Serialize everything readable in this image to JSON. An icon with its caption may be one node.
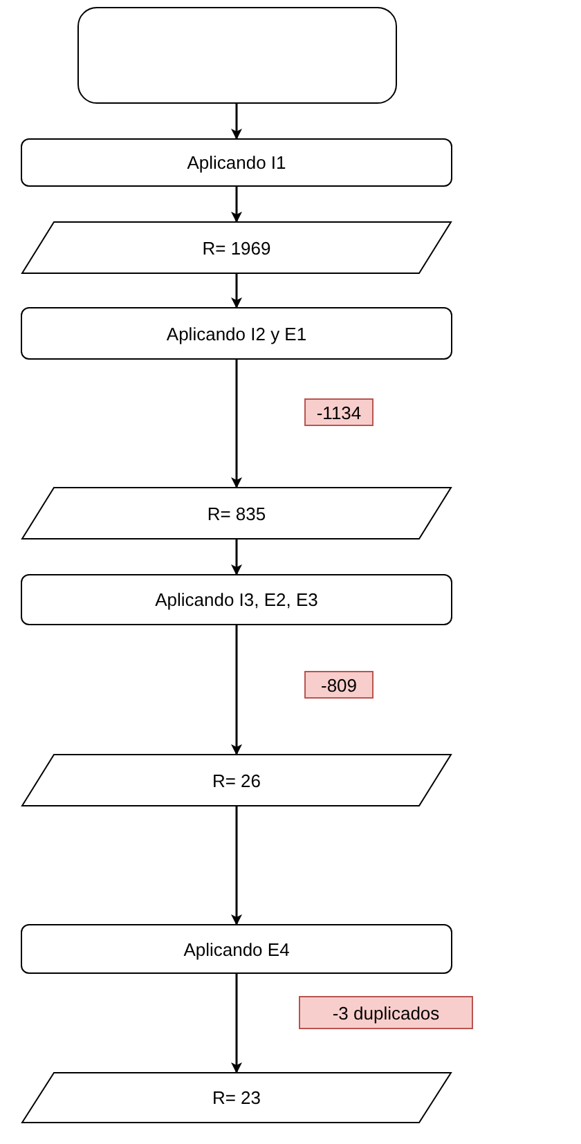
{
  "diagram": {
    "nodes": [
      {
        "text": [],
        "shape": "box"
      },
      {
        "text": [
          "Aplicando I1"
        ]
      },
      {
        "text": [
          "R= 1969"
        ]
      },
      {
        "text": [
          "Aplicando I2 y E1"
        ]
      },
      {
        "text": [
          "-1134"
        ]
      },
      {
        "text": [
          "R= 835"
        ]
      },
      {
        "text": [
          "Aplicando I3, E2, E3"
        ]
      },
      {
        "text": [
          "-809"
        ]
      },
      {
        "text": [
          "R= 26"
        ]
      },
      {
        "text": [
          "Aplicando E4"
        ]
      },
      {
        "text": [
          "-3 duplicados"
        ]
      },
      {
        "text": [
          "R= 23"
        ]
      }
    ],
    "edges": [
      {
        "from": 0,
        "to": 1,
        "arrow": "to"
      },
      {
        "from": 1,
        "to": 2,
        "arrow": "to"
      },
      {
        "from": 2,
        "to": 3,
        "arrow": "to"
      },
      {
        "from": 3,
        "to": 5,
        "arrow": "to"
      },
      {
        "from": 5,
        "to": 6,
        "arrow": "to"
      },
      {
        "from": 6,
        "to": 8,
        "arrow": "to"
      },
      {
        "from": 8,
        "to": 9,
        "arrow": "to"
      },
      {
        "from": 9,
        "to": 11,
        "arrow": "to"
      }
    ]
  }
}
